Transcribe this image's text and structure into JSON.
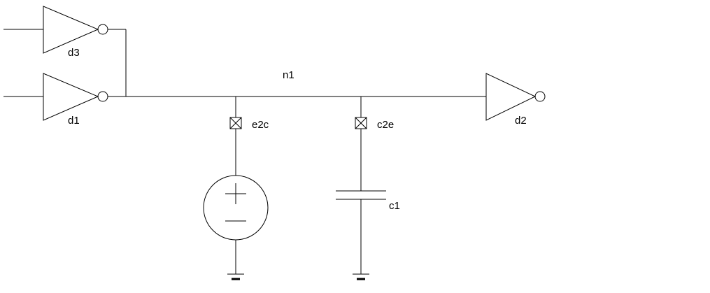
{
  "diagram": {
    "kind": "circuit-schematic",
    "colors": {
      "stroke": "#000000",
      "background": "#ffffff"
    },
    "net": {
      "label": "n1"
    },
    "components": {
      "d3": {
        "label": "d3",
        "type": "inverter"
      },
      "d1": {
        "label": "d1",
        "type": "inverter"
      },
      "d2": {
        "label": "d2",
        "type": "inverter"
      },
      "e2c": {
        "label": "e2c",
        "type": "coupling-box"
      },
      "c2e": {
        "label": "c2e",
        "type": "coupling-box"
      },
      "c1": {
        "label": "c1",
        "type": "capacitor"
      },
      "v1": {
        "type": "voltage-source"
      },
      "ground_count": 2
    },
    "connections": [
      "d3.out -> n1",
      "d1.out -> n1",
      "n1 -> d2.in",
      "n1 -> e2c -> voltage-source -> ground",
      "n1 -> c2e -> c1 -> ground"
    ]
  }
}
